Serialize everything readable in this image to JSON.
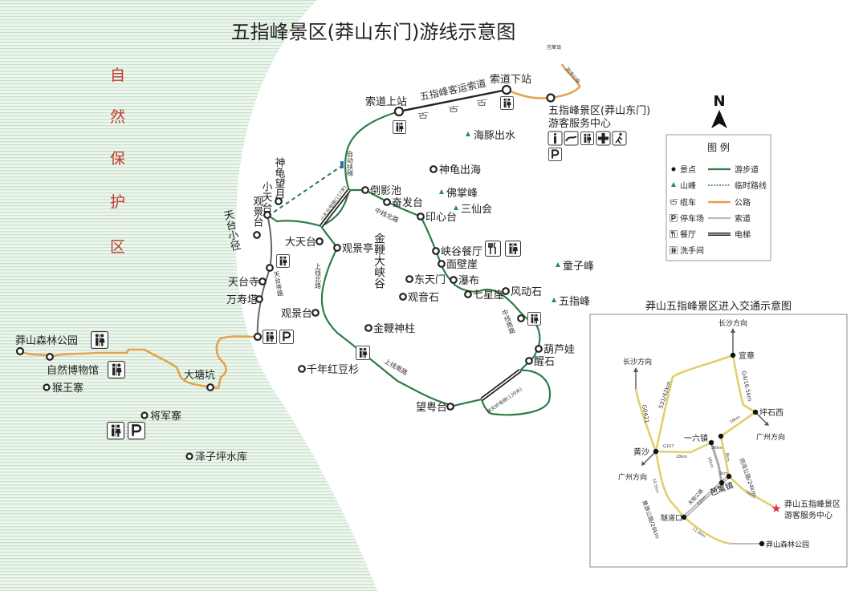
{
  "title": "五指峰景区(莽山东门)游线示意图",
  "protected_area": [
    "自",
    "然",
    "保",
    "护",
    "区"
  ],
  "north": "N",
  "trails": {
    "tiantai_path": "天台小径",
    "ropeway": "五指峰客运索道",
    "escalator": "自动扶梯",
    "xiaotiantai_elevator": "小天台电梯(117米)",
    "mid_north": "中线北路",
    "mid_south": "中线南路",
    "upper_north": "上线北路",
    "upper_south": "上线南路",
    "tiantaisi_road": "天台寺路",
    "motianling_elevator": "摩天岭电梯(139米)",
    "dongwan_road": "洞湾公路",
    "jinbian_canyon": "金鞭大峡谷"
  },
  "spots": {
    "ropeway_upper": "索道上站",
    "ropeway_lower": "索道下站",
    "baliz_town": "芭篱镇",
    "visitor_center_1": "五指峰景区(莽山东门)",
    "visitor_center_2": "游客服务中心",
    "shengui_chuhai": "神龟出海",
    "shengui_wangyue": "神龟望月",
    "xiaotiantai": "小天台",
    "guanjingtai_top": "观景台",
    "daoyingchi": "倒影池",
    "fenfatai": "奋发台",
    "yinxintai": "印心台",
    "datiantai": "大天台",
    "guanjingting": "观景亭",
    "xiagu_restaurant": "峡谷餐厅",
    "mianbiya": "面壁崖",
    "dongtianmen": "东天门",
    "pubu": "瀑布",
    "guanyinshi": "观音石",
    "qixingya": "七星崖",
    "fengdongshi": "风动石",
    "tiantaisi": "天台寺",
    "wanshouta": "万寿塔",
    "guanjingtai_low": "观景台",
    "jinbian_shenzhu": "金鞭神柱",
    "hongdoushan": "千年红豆杉",
    "huluwa": "葫芦娃",
    "xingshi": "醒石",
    "wangyuetai": "望粤台",
    "forest_park": "莽山森林公园",
    "museum": "自然博物馆",
    "houwangzhai": "猴王寨",
    "datangkeng": "大塘坑",
    "jiangjunzhai": "将军寨",
    "zeziping": "泽子坪水库"
  },
  "peaks": {
    "haitun": "海豚出水",
    "fozhang": "佛掌峰",
    "sanxian": "三仙会",
    "tongzi": "童子峰",
    "wuzhi": "五指峰"
  },
  "icons": [
    "info-icon",
    "cable-car-icon",
    "toilet-icon",
    "first-aid-icon",
    "hiking-icon",
    "parking-icon",
    "restaurant-icon"
  ],
  "legend": {
    "title": "图  例",
    "items": [
      {
        "symbol": "dot",
        "label": "景点"
      },
      {
        "symbol": "peak",
        "label": "山峰"
      },
      {
        "symbol": "cable-car",
        "label": "缆车"
      },
      {
        "symbol": "parking",
        "label": "停车场"
      },
      {
        "symbol": "restaurant",
        "label": "餐厅"
      },
      {
        "symbol": "toilet",
        "label": "洗手间"
      }
    ],
    "lines": [
      {
        "style": "trail",
        "label": "游步道",
        "color": "#2e7d46"
      },
      {
        "style": "temp",
        "label": "临时路线",
        "color": "#2e7d46"
      },
      {
        "style": "road",
        "label": "公路",
        "color": "#e3a34a"
      },
      {
        "style": "ropeway",
        "label": "索道",
        "color": "#bbbbbb"
      },
      {
        "style": "elevator",
        "label": "电梯",
        "color": "#333333"
      }
    ]
  },
  "inset": {
    "title": "莽山五指峰景区进入交通示意图",
    "changsha_1": "长沙方向",
    "changsha_2": "长沙方向",
    "guangzhou_1": "广州方向",
    "guangzhou_2": "广州方向",
    "yizhang": "宜章",
    "pingshixi": "坪石西",
    "yiliu": "一六镇",
    "huangsha": "黄沙",
    "bali": "芭篱镇",
    "tunnel": "隧道口",
    "forest_park": "莽山森林公园",
    "dest_1": "莽山五指峰景区",
    "dest_2": "游客服务中心",
    "g0421": "G0421",
    "s31": "S31/42km",
    "g4": "G4/16.5km",
    "g107": "G107",
    "d18a": "18km",
    "d18b": "18km",
    "d26": "26km",
    "d16": "16km",
    "d8": "8km",
    "d2": "2km",
    "d22": "22km",
    "d16b": "16km",
    "d10": "10.5km",
    "d11": "11.6km",
    "dongwan": "洞湾公路/24km",
    "guanmu": "关睦公路",
    "huangmang": "黄莽公路/28km"
  },
  "colors": {
    "protected": "#c0392b",
    "trail": "#2e7d46",
    "road": "#e3a34a",
    "star": "#e03040"
  }
}
